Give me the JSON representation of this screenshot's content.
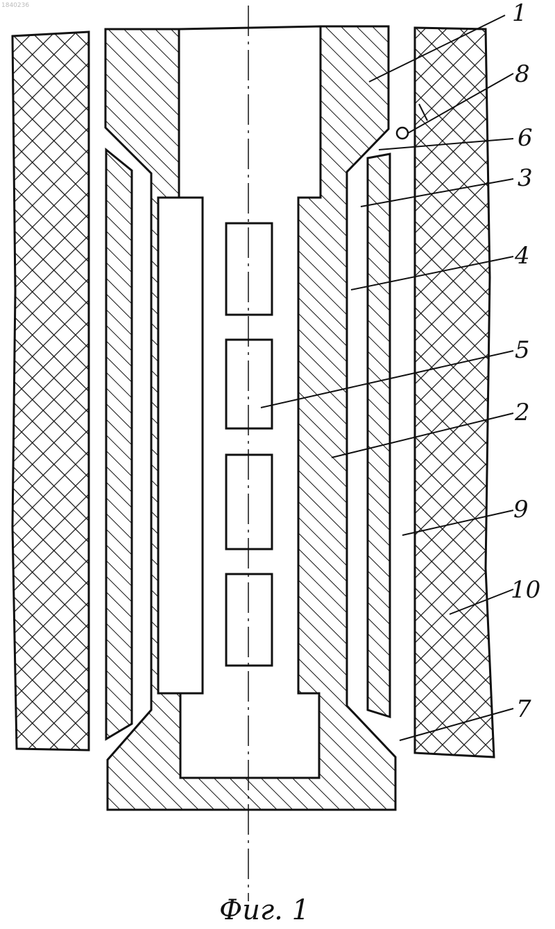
{
  "corner_mark": "1840236",
  "caption": "Фиг. 1",
  "callouts": [
    {
      "id": "1",
      "text": "1"
    },
    {
      "id": "8",
      "text": "8"
    },
    {
      "id": "6",
      "text": "6"
    },
    {
      "id": "3",
      "text": "3"
    },
    {
      "id": "4",
      "text": "4"
    },
    {
      "id": "5",
      "text": "5"
    },
    {
      "id": "2",
      "text": "2"
    },
    {
      "id": "9",
      "text": "9"
    },
    {
      "id": "10",
      "text": "10"
    },
    {
      "id": "7",
      "text": "7"
    }
  ]
}
